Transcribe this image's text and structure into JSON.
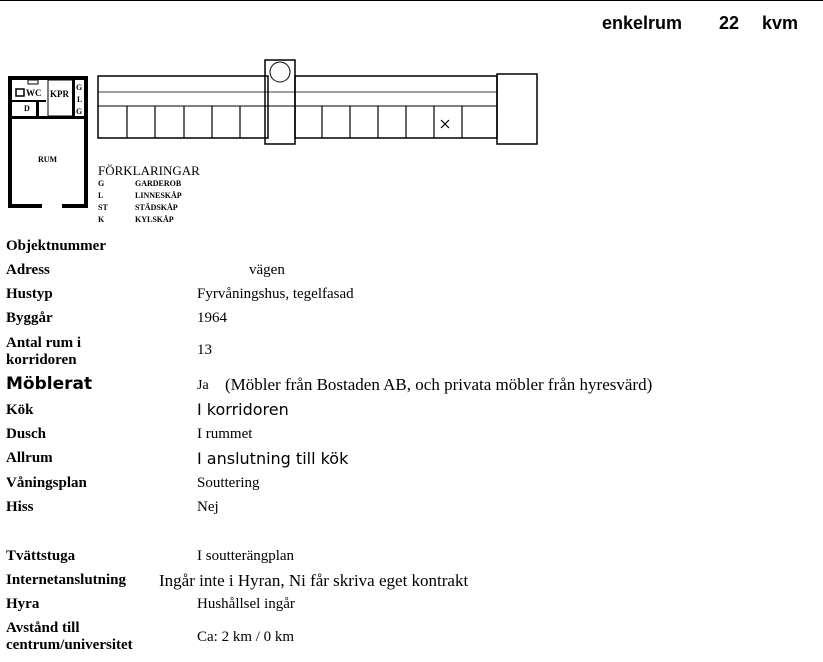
{
  "header": {
    "room_type": "enkelrum",
    "area": "22",
    "unit": "kvm"
  },
  "plan": {
    "room_label": "RUM",
    "wc": "WC",
    "kpr": "KPR",
    "d": "D",
    "g": "G",
    "l": "L"
  },
  "legend": {
    "title": "FÖRKLARINGAR",
    "items": [
      {
        "code": "G",
        "text": "GARDEROB"
      },
      {
        "code": "L",
        "text": "LINNESKÅP"
      },
      {
        "code": "ST",
        "text": "STÄDSKÅP"
      },
      {
        "code": "K",
        "text": "KYLSKÅP"
      }
    ]
  },
  "details": [
    {
      "label": "Objektnummer",
      "value": ""
    },
    {
      "label": "Adress",
      "value": "vägen"
    },
    {
      "label": "Hustyp",
      "value": "Fyrvåningshus, tegelfasad"
    },
    {
      "label": "Byggår",
      "value": "1964"
    },
    {
      "label": "Antal rum i korridoren",
      "value": "13"
    },
    {
      "label": "Möblerat",
      "value": "Ja",
      "note": "(Möbler från Bostaden AB, och privata möbler från hyresvärd)"
    },
    {
      "label": "Kök",
      "value": "I korridoren"
    },
    {
      "label": "Dusch",
      "value": "I rummet"
    },
    {
      "label": "Allrum",
      "value": "I anslutning till kök"
    },
    {
      "label": "Våningsplan",
      "value": "Souttering"
    },
    {
      "label": "Hiss",
      "value": "Nej"
    },
    {
      "label": "Tvättstuga",
      "value": "I soutterängplan"
    },
    {
      "label": "Internetanslutning",
      "value": "Ingår inte i Hyran, Ni får skriva eget kontrakt"
    },
    {
      "label": "Hyra",
      "value": "Hushållsel ingår"
    },
    {
      "label": "Avstånd till centrum/universitet",
      "value": "Ca: 2 km / 0 km"
    }
  ]
}
